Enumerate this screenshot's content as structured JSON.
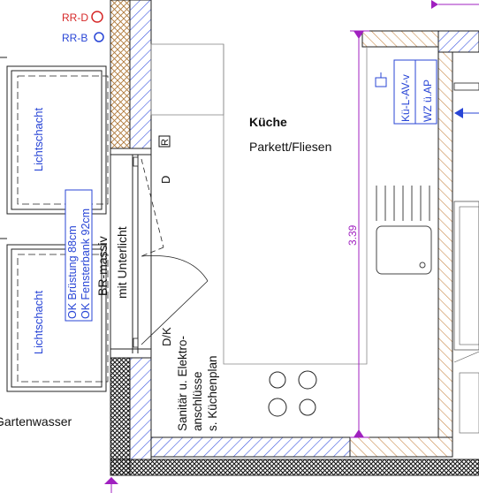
{
  "legend": {
    "rr_d": {
      "label": "RR-D",
      "color": "#d62828"
    },
    "rr_b": {
      "label": "RR-B",
      "color": "#2845d6"
    }
  },
  "rooms": {
    "kitchen": {
      "name": "Küche",
      "floor": "Parkett/Fliesen"
    }
  },
  "labels": {
    "lichtschacht_top": "Lichtschacht",
    "lichtschacht_bottom": "Lichtschacht",
    "br_massiv": "BR-massiv",
    "unterlicht": "mit Unterlicht",
    "ok_brustung": "OK Brüstung 88cm",
    "ok_fensterbank": "OK Fensterbank  92cm",
    "door_d": "D",
    "door_r": "R",
    "door_dk": "D/K",
    "sanitaer_1": "Sanitär u. Elektro-",
    "sanitaer_2": "anschlüsse",
    "sanitaer_3": "s. Küchenplan",
    "gartenwasser": "Gartenwasser",
    "dimension_339": "3.39",
    "ku_l_av": "Kü-L-AV-v",
    "wz_ap": "WZ ü.AP"
  },
  "colors": {
    "wall_hatch": "#3a55e0",
    "brick_hatch": "#c98a4a",
    "dimension": "#a020c0",
    "annotation_blue": "#2845d6",
    "line": "#222222"
  }
}
